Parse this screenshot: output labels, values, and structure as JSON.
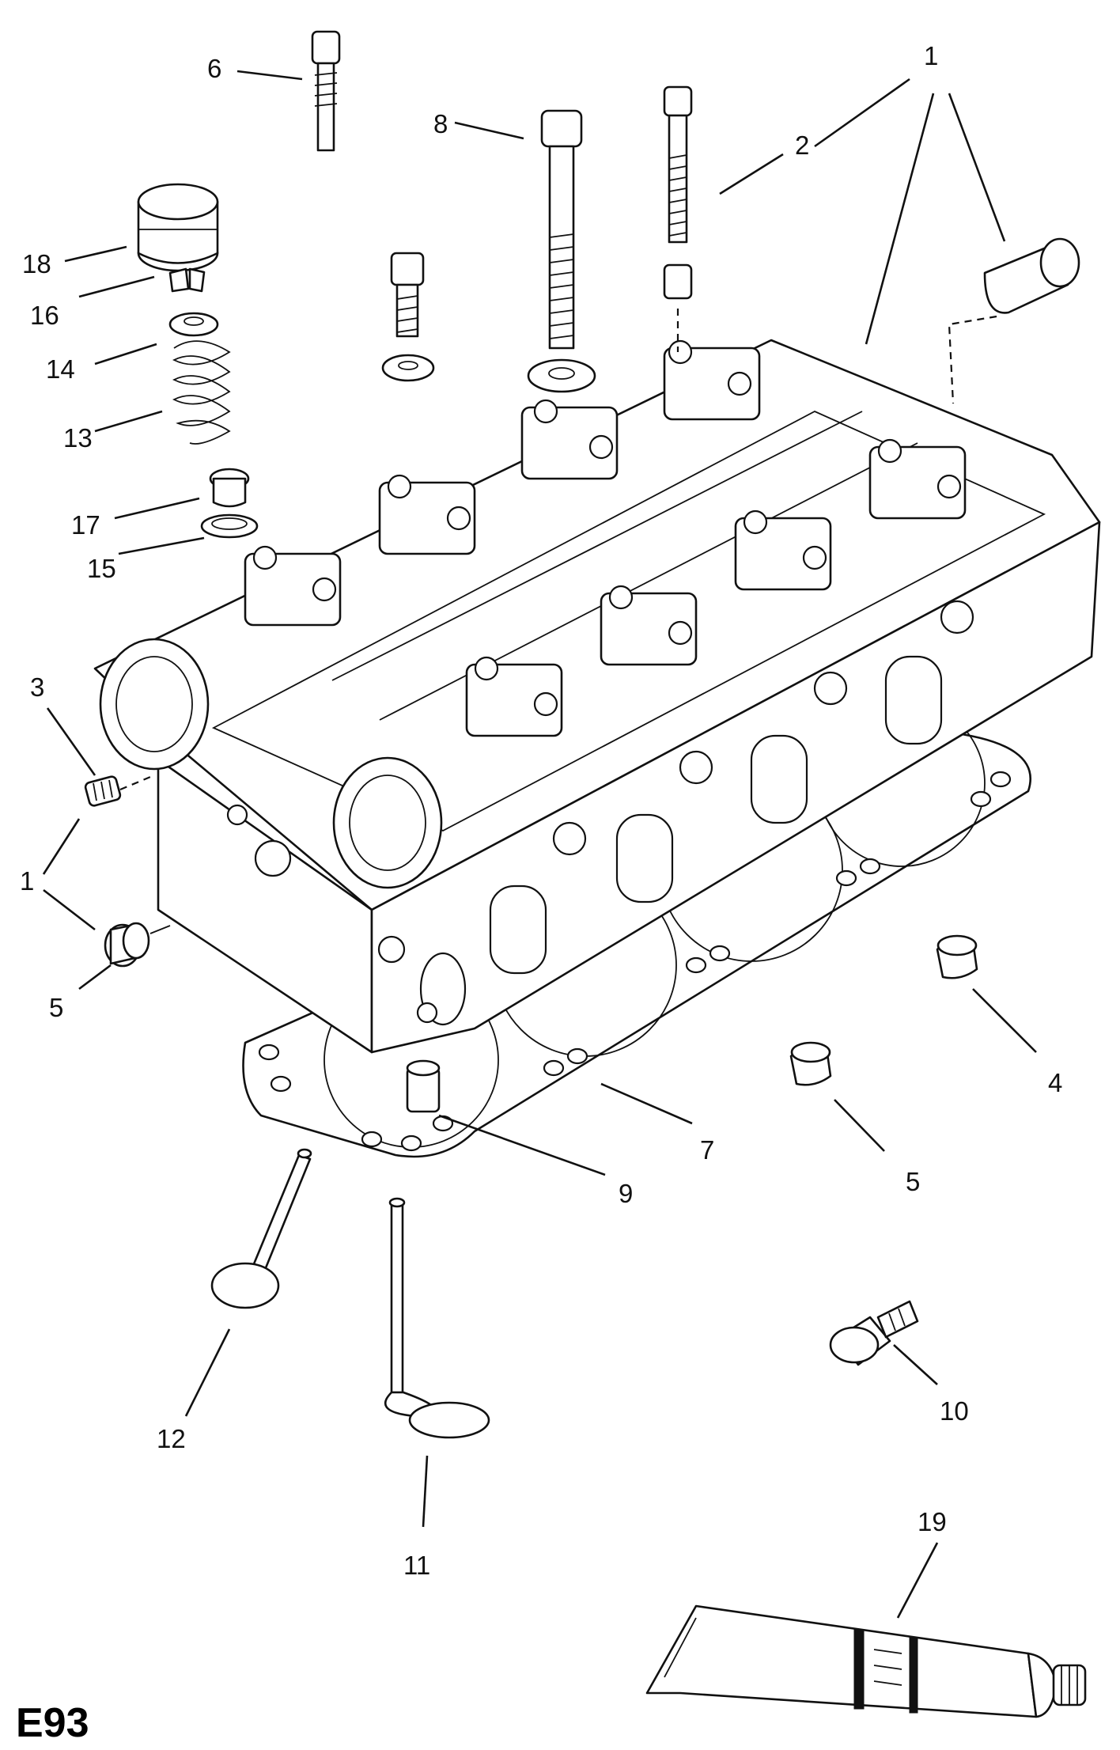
{
  "diagram": {
    "code": "E93",
    "callouts": [
      {
        "id": "1",
        "text": "1"
      },
      {
        "id": "2",
        "text": "2"
      },
      {
        "id": "3",
        "text": "3"
      },
      {
        "id": "1b",
        "text": "1"
      },
      {
        "id": "4",
        "text": "4"
      },
      {
        "id": "5",
        "text": "5"
      },
      {
        "id": "5b",
        "text": "5"
      },
      {
        "id": "6",
        "text": "6"
      },
      {
        "id": "7",
        "text": "7"
      },
      {
        "id": "8",
        "text": "8"
      },
      {
        "id": "9",
        "text": "9"
      },
      {
        "id": "10",
        "text": "10"
      },
      {
        "id": "11",
        "text": "11"
      },
      {
        "id": "12",
        "text": "12"
      },
      {
        "id": "13",
        "text": "13"
      },
      {
        "id": "14",
        "text": "14"
      },
      {
        "id": "15",
        "text": "15"
      },
      {
        "id": "16",
        "text": "16"
      },
      {
        "id": "17",
        "text": "17"
      },
      {
        "id": "18",
        "text": "18"
      },
      {
        "id": "19",
        "text": "19"
      }
    ]
  }
}
